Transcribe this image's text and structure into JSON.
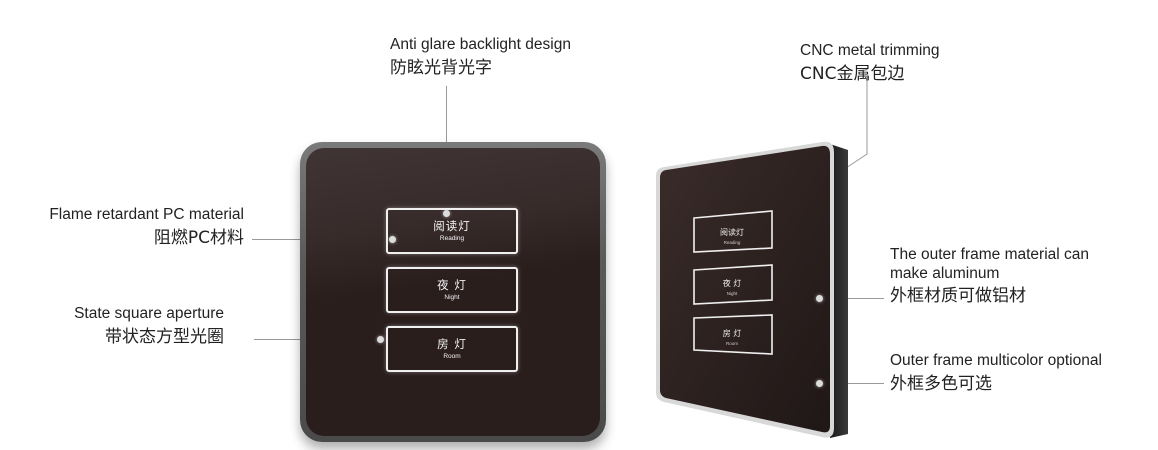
{
  "callouts": {
    "backlight": {
      "en": "Anti glare backlight design",
      "zh": "防眩光背光字"
    },
    "flame": {
      "en": "Flame retardant PC material",
      "zh": "阻燃PC材料"
    },
    "aperture": {
      "en": "State square aperture",
      "zh": "带状态方型光圈"
    },
    "cnc": {
      "en": "CNC metal trimming",
      "zh": "CNC金属包边"
    },
    "outer_material": {
      "en_line1": "The outer frame material can",
      "en_line2": "make aluminum",
      "zh": "外框材质可做铝材"
    },
    "multicolor": {
      "en": "Outer frame multicolor optional",
      "zh": "外框多色可选"
    }
  },
  "front_panel": {
    "buttons": [
      {
        "zh": "阅读灯",
        "en": "Reading"
      },
      {
        "zh": "夜 灯",
        "en": "Night"
      },
      {
        "zh": "房 灯",
        "en": "Room"
      }
    ]
  },
  "side_panel": {
    "buttons": [
      {
        "zh": "阅读灯",
        "en": "Reading"
      },
      {
        "zh": "夜 灯",
        "en": "Night"
      },
      {
        "zh": "房 灯",
        "en": "Room"
      }
    ]
  },
  "colors": {
    "glass": "#2a1e1d",
    "frame": "#5a5a5a",
    "line": "#999999",
    "text": "#222222"
  }
}
